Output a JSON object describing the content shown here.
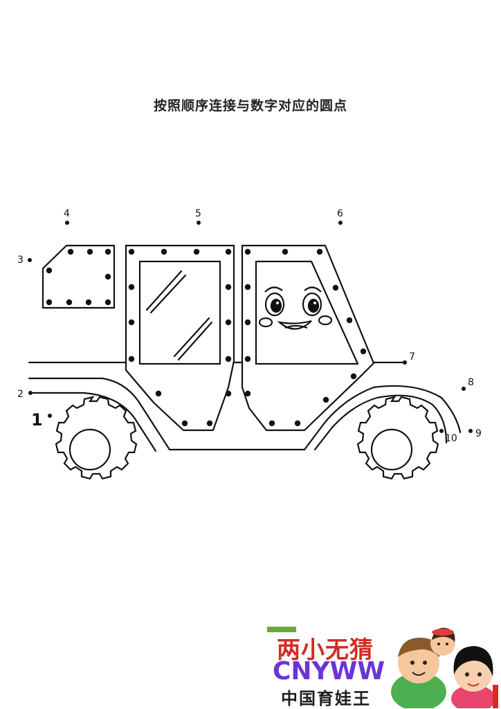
{
  "worksheet": {
    "title": "按照顺序连接与数字对应的圆点",
    "dot_numbers": [
      "1",
      "2",
      "3",
      "4",
      "5",
      "6",
      "7",
      "8",
      "9",
      "10"
    ]
  },
  "brand": {
    "name_cn": "两小无猜",
    "name_en": "CNYWW",
    "tagline": "中国育娃王",
    "colors": {
      "red": "#d42b24",
      "purple": "#6b35d6",
      "green": "#6aa83a"
    }
  }
}
